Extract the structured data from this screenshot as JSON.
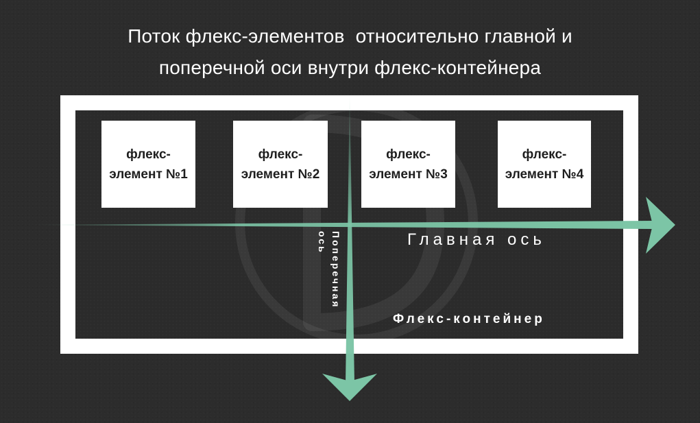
{
  "title": {
    "line1": "Поток флекс-элементов  относительно главной и",
    "line2": "поперечной оси внутри флекс-контейнера"
  },
  "flex_items": [
    {
      "line1": "флекс-",
      "line2": "элемент №1"
    },
    {
      "line1": "флекс-",
      "line2": "элемент №2"
    },
    {
      "line1": "флекс-",
      "line2": "элемент №3"
    },
    {
      "line1": "флекс-",
      "line2": "элемент №4"
    }
  ],
  "main_axis_label": "Главная ось",
  "cross_axis_label": {
    "line1": "Поперечная",
    "line2": "ось"
  },
  "container_label": "Флекс-контейнер",
  "colors": {
    "background": "#2c2c2c",
    "container_border": "#ffffff",
    "axis": "#7cc5a6",
    "item": "#ffffff",
    "item_text": "#1e1e1e"
  },
  "watermark": {
    "glyph": "D",
    "icon": "d-logo-watermark-icon"
  }
}
